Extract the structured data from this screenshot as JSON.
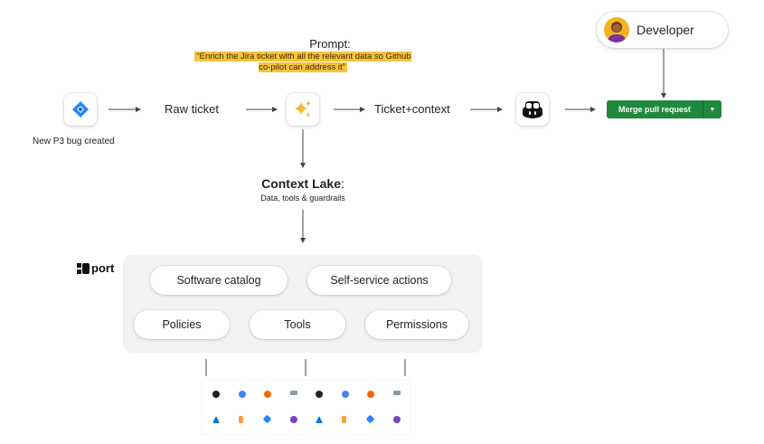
{
  "prompt": {
    "title": "Prompt:",
    "text": "“Enrich the Jira ticket with all the relevant data so Github co-pilot can address it”"
  },
  "flow": {
    "jira_caption": "New P3 bug created",
    "raw_ticket": "Raw ticket",
    "ticket_context": "Ticket+context"
  },
  "developer": {
    "label": "Developer"
  },
  "merge_button": {
    "label": "Merge pull request"
  },
  "context_lake": {
    "title": "Context Lake",
    "title_suffix": ":",
    "subtitle": "Data, tools & guardrails"
  },
  "port": {
    "logo_text": "port"
  },
  "capabilities": [
    "Software catalog",
    "Self-service actions",
    "Policies",
    "Tools",
    "Permissions"
  ],
  "colors": {
    "jira_blue": "#2684FF",
    "highlight": "#f7c33b",
    "merge_green": "#1f883d",
    "panel_bg": "#f1f3f2"
  },
  "tool_icons": {
    "row1": [
      "github-icon",
      "gcp-icon",
      "grafana-icon",
      "bucket-icon",
      "github-icon",
      "gcp-icon",
      "grafana-icon",
      "bucket-icon"
    ],
    "row2": [
      "azure-icon",
      "aws-icon",
      "jira-icon",
      "terraform-icon",
      "azure-icon",
      "aws-icon",
      "jira-icon",
      "terraform-icon"
    ]
  }
}
